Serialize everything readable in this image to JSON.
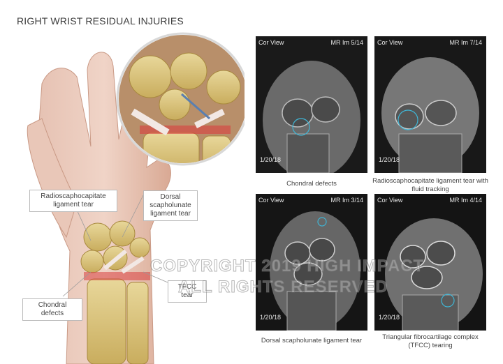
{
  "title": "RIGHT WRIST RESIDUAL INJURIES",
  "labels": {
    "radioscaphocapitate": "Radioscaphocapitate ligament tear",
    "dorsal_scapholunate": "Dorsal scapholunate ligament tear",
    "tfcc": "TFCC tear",
    "chondral": "Chondral defects"
  },
  "mri": [
    {
      "view": "Cor View",
      "image": "MR Im 5/14",
      "date": "1/20/18",
      "caption": "Chondral defects"
    },
    {
      "view": "Cor View",
      "image": "MR Im 7/14",
      "date": "1/20/18",
      "caption": "Radioscaphocapitate ligament tear with fluid tracking"
    },
    {
      "view": "Cor View",
      "image": "MR Im 3/14",
      "date": "1/20/18",
      "caption": "Dorsal scapholunate ligament tear"
    },
    {
      "view": "Cor View",
      "image": "MR Im 4/14",
      "date": "1/20/18",
      "caption": "Triangular fibrocartilage complex (TFCC) tearing"
    }
  ],
  "watermark": {
    "line1": "COPYRIGHT 2019 HIGH IMPACT",
    "line2": "ALL RIGHTS RESERVED"
  },
  "colors": {
    "skin": "#e3b9a6",
    "bone": "#d8c27a",
    "ligament": "#f2e8e4",
    "injury": "#d94040",
    "marker": "#3fb6d6"
  }
}
